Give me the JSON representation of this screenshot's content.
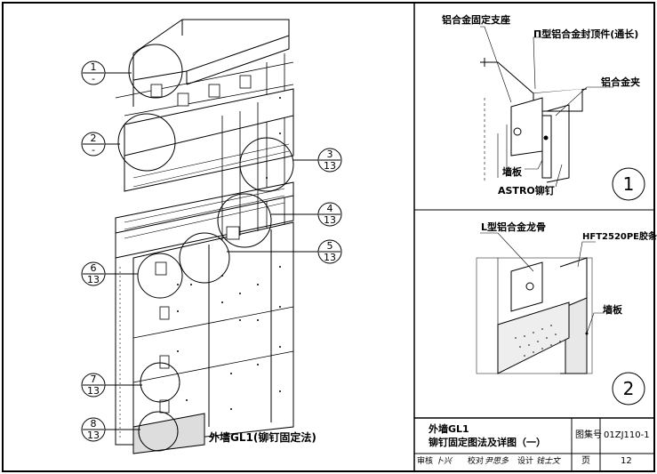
{
  "main_caption": "外墙GL1(铆钉固定法)",
  "callouts": [
    {
      "top": "1",
      "bottom": "-"
    },
    {
      "top": "2",
      "bottom": "-"
    },
    {
      "top": "3",
      "bottom": "13"
    },
    {
      "top": "4",
      "bottom": "13"
    },
    {
      "top": "5",
      "bottom": "13"
    },
    {
      "top": "6",
      "bottom": "13"
    },
    {
      "top": "7",
      "bottom": "13"
    },
    {
      "top": "8",
      "bottom": "13"
    }
  ],
  "detail1": {
    "number": "1",
    "labels": {
      "support": "铝合金固定支座",
      "cap": "Π型铝合金封顶件(通长)",
      "clip": "铝合金夹",
      "panel": "墙板",
      "rivet": "ASTRO铆钉"
    }
  },
  "detail2": {
    "number": "2",
    "labels": {
      "keel": "L型铝合金龙骨",
      "tape": "HFT2520PE胶条",
      "panel": "墙板"
    }
  },
  "title_block": {
    "title_line1": "外墙GL1",
    "title_line2": "铆钉固定图法及详图（一）",
    "atlas_label": "图集号",
    "atlas_no": "01ZJ110-1",
    "page_label": "页",
    "page_no": "12",
    "review_label": "审核",
    "check_label": "校对",
    "design_label": "设计",
    "reviewer_sig": "卜兴",
    "checker_sig": "尹思多",
    "designer_sig": "钱士文"
  }
}
